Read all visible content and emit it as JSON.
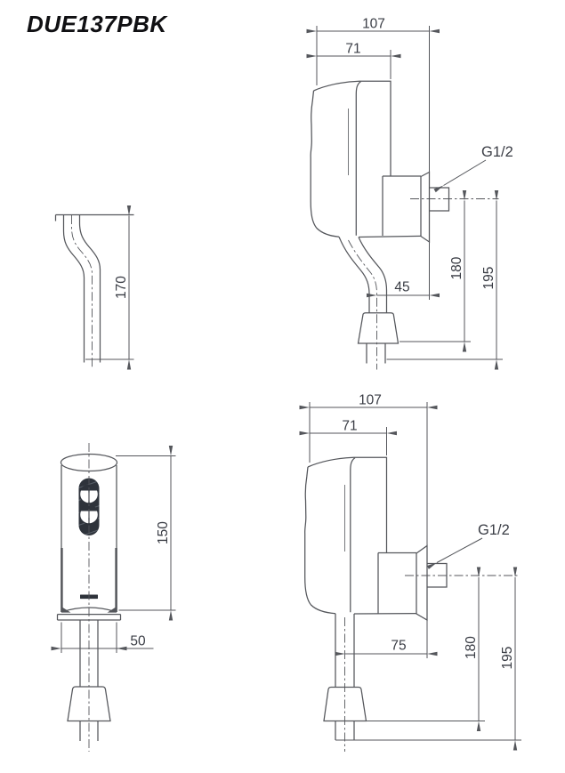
{
  "title": "DUE137PBK",
  "colors": {
    "line": "#54565b",
    "dim_text": "#3a3d45",
    "title_text": "#101013",
    "sensor_dark": "#2e333b",
    "background": "#ffffff"
  },
  "views": {
    "offset_pipe": {
      "length": "170"
    },
    "front_body": {
      "height": "150",
      "width": "50"
    },
    "side_offset": {
      "overall_depth": "107",
      "body_depth": "71",
      "thread": "G1/2",
      "pipe_offset": "45",
      "inlet_height": "180",
      "overall_height": "195"
    },
    "side_straight": {
      "overall_depth": "107",
      "body_depth": "71",
      "thread": "G1/2",
      "pipe_offset": "75",
      "inlet_height": "180",
      "overall_height": "195"
    }
  }
}
